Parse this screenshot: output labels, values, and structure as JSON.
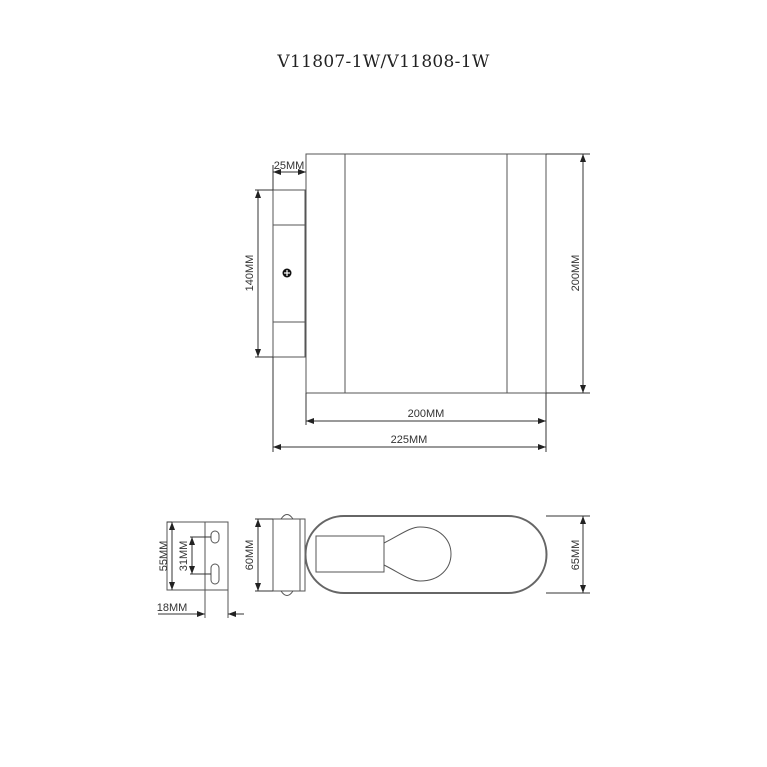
{
  "title": "V11807-1W/V11808-1W",
  "front_view": {
    "dims": {
      "mount_depth": "25MM",
      "mount_height": "140MM",
      "body_height": "200MM",
      "body_width": "200MM",
      "total_width": "225MM"
    },
    "icons": [
      "screw-icon"
    ]
  },
  "side_view": {
    "dims": {
      "bracket_height": "55MM",
      "slot_spacing": "31MM",
      "bracket_depth": "18MM",
      "mount_height": "60MM",
      "body_height": "65MM"
    },
    "icons": [
      "bracket-slot-icon",
      "bulb-icon"
    ]
  },
  "colors": {
    "line": "#555555",
    "text": "#333333",
    "background": "#ffffff"
  }
}
